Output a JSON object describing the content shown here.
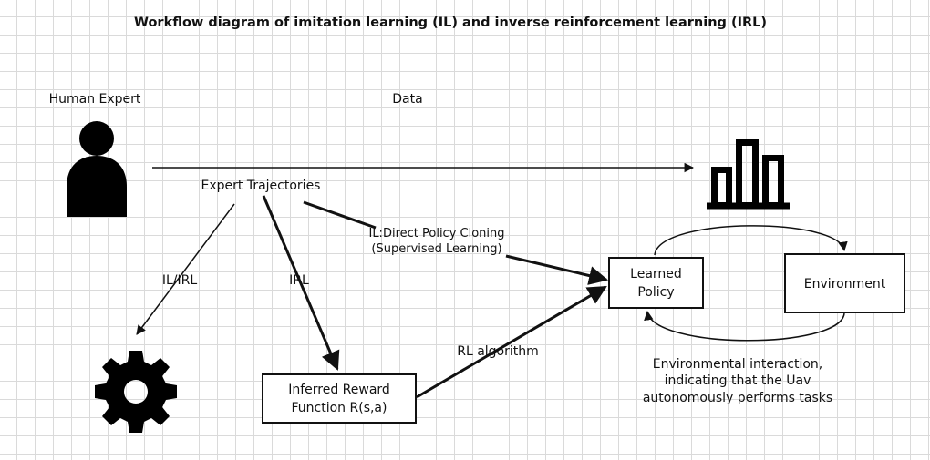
{
  "title": "Workflow diagram of imitation learning (IL) and inverse reinforcement learning (IRL)",
  "nodes": {
    "human_expert": "Human Expert",
    "data": "Data",
    "expert_trajectories": "Expert Trajectories",
    "learned_policy": [
      "Learned",
      "Policy"
    ],
    "environment": "Environment",
    "inferred_reward": [
      "Inferred Reward",
      "Function R(s,a)"
    ]
  },
  "edges": {
    "il_irl": "IL/IRL",
    "irl": "IRL",
    "direct_cloning": [
      "IL:Direct Policy Cloning",
      "(Supervised Learning)"
    ],
    "rl_algorithm": "RL algorithm"
  },
  "annotation": [
    "Environmental interaction,",
    "indicating that the Uav",
    "autonomously performs tasks"
  ],
  "icons": {
    "expert": "person-icon",
    "data": "bar-chart-icon",
    "uav": "gear-icon"
  },
  "colors": {
    "ink": "#111111",
    "grid": "#dadada"
  }
}
